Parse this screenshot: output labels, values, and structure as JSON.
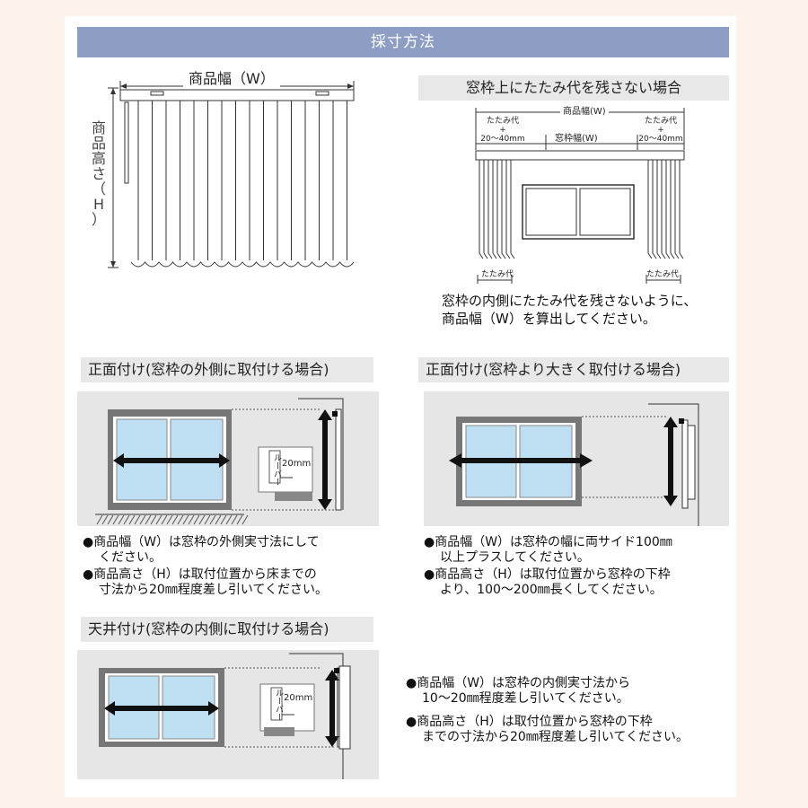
{
  "banner": {
    "title": "採寸方法"
  },
  "main_diagram": {
    "width_label": "商品幅（W）",
    "height_label": [
      "商",
      "品",
      "高",
      "さ",
      "（",
      "H",
      "）"
    ]
  },
  "no_stack": {
    "heading": "窓枠上にたたみ代を残さない場合",
    "total_label": "商品幅(W)",
    "stack_label": "たたみ代",
    "plus": "+",
    "range": "20〜40mm",
    "frame_width": "窓枠幅(W)",
    "bottom_left": "たたみ代",
    "bottom_right": "たたみ代",
    "desc_line1": "窓枠の内側にたたみ代を残さないように、",
    "desc_line2": "商品幅（W）を算出してください。"
  },
  "section_a": {
    "heading": "正面付け(窓枠の外側に取付ける場合)",
    "louver": "ルーバー",
    "gap": "20mm",
    "note1_l1": "●商品幅（W）は窓枠の外側実寸法にして",
    "note1_l2": "ください。",
    "note2_l1": "●商品高さ（H）は取付位置から床までの",
    "note2_l2": "寸法から20㎜程度差し引いてください。"
  },
  "section_b": {
    "heading": "正面付け(窓枠より大きく取付ける場合)",
    "note1_l1": "●商品幅（W）は窓枠の幅に両サイド100㎜",
    "note1_l2": "以上プラスしてください。",
    "note2_l1": "●商品高さ（H）は取付位置から窓枠の下枠",
    "note2_l2": "より、100〜200㎜長くしてください。"
  },
  "section_c": {
    "heading": "天井付け(窓枠の内側に取付ける場合)",
    "louver": "ルーバー",
    "gap": "20mm",
    "note1_l1": "●商品幅（W）は窓枠の内側実寸法から",
    "note1_l2": "10〜20㎜程度差し引いてください。",
    "note2_l1": "●商品高さ（H）は取付位置から窓枠の下枠",
    "note2_l2": "までの寸法から20㎜程度差し引いてください。"
  },
  "colors": {
    "banner": "#8d9dc4",
    "glass": "#bfe0f3",
    "frame": "#777777",
    "panel": "#e6e6e6",
    "tag": "#e8e8e8"
  }
}
